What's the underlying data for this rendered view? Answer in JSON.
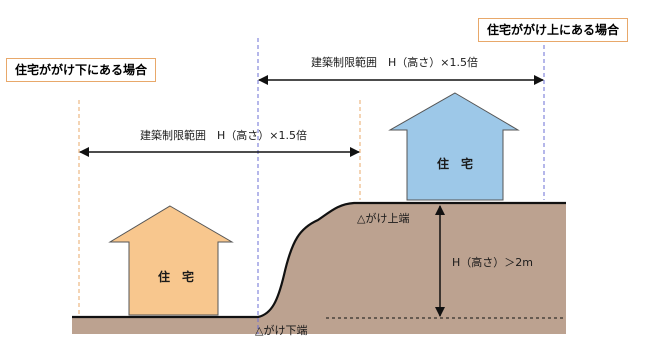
{
  "captions": {
    "lower_case": "住宅ががけ下にある場合",
    "upper_case": "住宅ががけ上にある場合"
  },
  "ranges": {
    "upper_label": "建築制限範囲　H（高さ）×1.5倍",
    "lower_label": "建築制限範囲　H（高さ）×1.5倍"
  },
  "houses": {
    "upper_label": "住　宅",
    "lower_label": "住　宅"
  },
  "slope": {
    "top_label": "△がけ上端",
    "bottom_label": "△がけ下端",
    "height_label": "H（高さ）＞2m"
  },
  "colors": {
    "ground": "#bca290",
    "ground_edge": "#111111",
    "house_upper": "#9dc8e8",
    "house_lower": "#f8c78e",
    "caption_border": "#e8a86a",
    "guide_line_blue": "#6b6fd6",
    "guide_line_orange": "#e8a86a"
  }
}
